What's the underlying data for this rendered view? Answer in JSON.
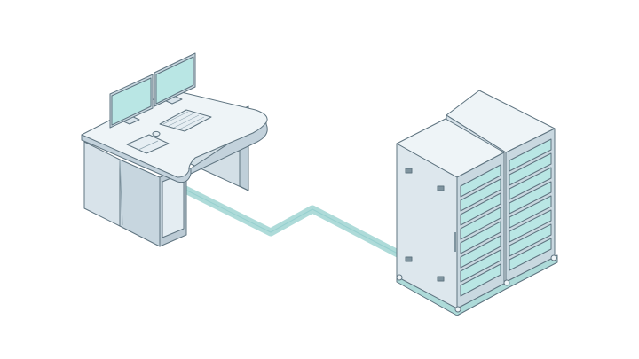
{
  "diagram": {
    "kind": "isometric-illustration",
    "nodes": [
      {
        "id": "workstation",
        "icon": "workstation-desk-icon"
      },
      {
        "id": "server-racks",
        "icon": "server-rack-icon",
        "count": 2
      }
    ],
    "links": [
      {
        "from": "workstation",
        "to": "server-racks",
        "icon": "network-cable-icon"
      }
    ]
  },
  "colors": {
    "background": "#ffffff",
    "outline": "#5f7480",
    "surface_light": "#eef4f7",
    "surface_mid": "#d8e3ea",
    "surface_dark": "#c3d2dc",
    "accent": "#aedbd9",
    "accent_dark": "#7fc3c2",
    "screen": "#b9e6e4"
  }
}
